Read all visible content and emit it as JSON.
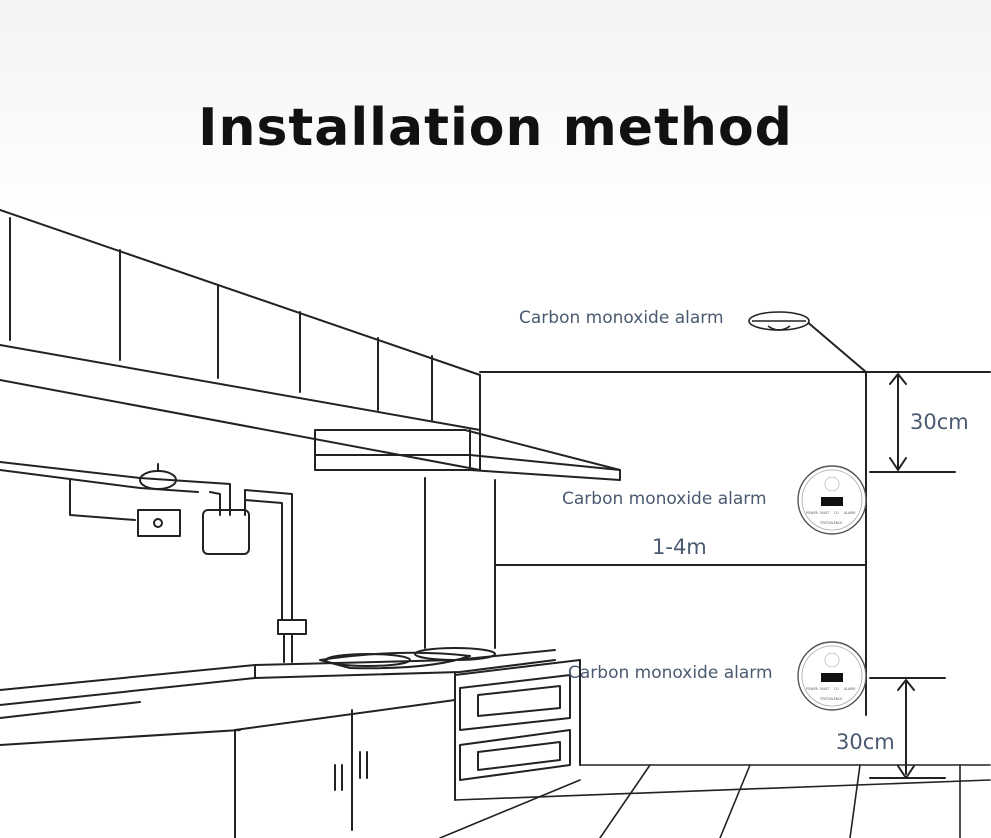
{
  "title": "Installation method",
  "labels": {
    "ceiling_alarm": "Carbon monoxide alarm",
    "wall_alarm": "Carbon monoxide alarm",
    "low_alarm": "Carbon monoxide alarm",
    "top_distance": "30cm",
    "horizontal_distance": "1-4m",
    "bottom_distance": "30cm"
  },
  "alarm_face": {
    "buttons": [
      "POWER",
      "FAULT",
      "CO",
      "ALARM"
    ],
    "caption": "TEST/SILENCE"
  },
  "colors": {
    "line": "#222222",
    "label": "#4a5a70",
    "background": "#ffffff"
  }
}
